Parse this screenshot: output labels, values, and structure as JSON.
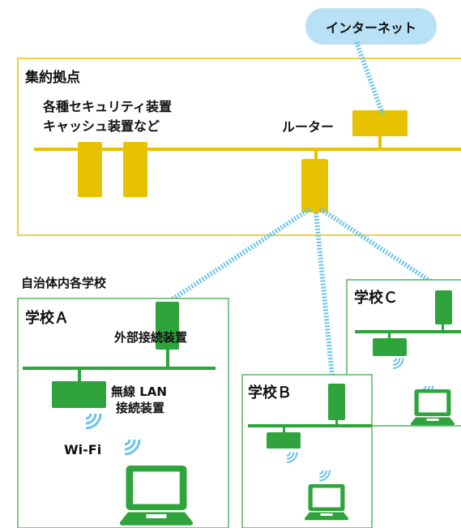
{
  "internet": {
    "label": "インターネット"
  },
  "hub": {
    "title": "集約拠点",
    "security_label_line1": "各種セキュリティ装置",
    "security_label_line2": "キャッシュ装置など",
    "router_label": "ルーター"
  },
  "region": {
    "label": "自治体内各学校"
  },
  "school_a": {
    "title": "学校Ａ",
    "external_device_label": "外部接続装置",
    "lan_label_line1": "無線 LAN",
    "lan_label_line2": "接続装置",
    "wifi_label": "Wi-Fi"
  },
  "school_b": {
    "title": "学校Ｂ"
  },
  "school_c": {
    "title": "学校Ｃ"
  },
  "colors": {
    "hub_device": "#e6c200",
    "school_device": "#2fa43c",
    "wifi_waves": "#6cc4ea",
    "cloud": "#b9e1f5"
  }
}
